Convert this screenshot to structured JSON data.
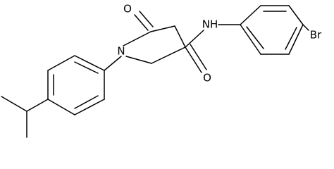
{
  "structure": {
    "atoms": {
      "oxygen_ketone": "O",
      "nitrogen_ring": "N",
      "nitrogen_amide": "NH",
      "oxygen_amide": "O",
      "bromine": "Br"
    },
    "colors": {
      "bond": "#000000",
      "label": "#000000",
      "background": "#ffffff"
    }
  }
}
